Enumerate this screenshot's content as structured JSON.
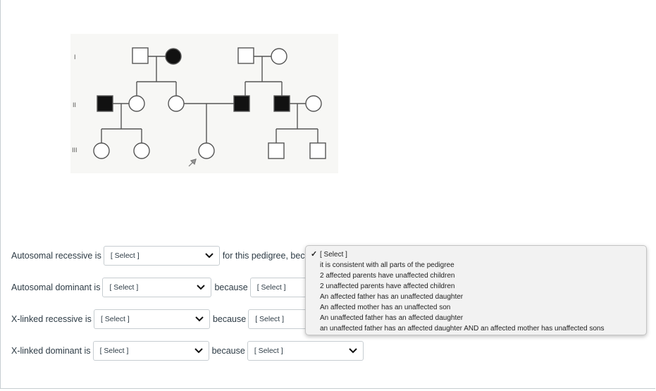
{
  "pedigree": {
    "generation_labels": [
      "I",
      "II",
      "III"
    ]
  },
  "questions": [
    {
      "label": "Autosomal recessive is",
      "select": "[ Select ]",
      "connector": "for this pedigree, becaus"
    },
    {
      "label": "Autosomal dominant is",
      "select": "[ Select ]",
      "connector": "because",
      "reason_select": "[ Select ]"
    },
    {
      "label": "X-linked recessive is",
      "select": "[ Select ]",
      "connector": "because",
      "reason_select": "[ Select ]"
    },
    {
      "label": "X-linked dominant is",
      "select": "[ Select ]",
      "connector": "because",
      "reason_select": "[ Select ]"
    }
  ],
  "dropdown": {
    "selected": "[ Select ]",
    "options": [
      "it is consistent with all parts of the pedigree",
      "2 affected parents have unaffected children",
      "2 unaffected parents have affected children",
      "An affected father has an unaffected daughter",
      "An affected mother has an unaffected son",
      "An unaffected father has an affected daughter",
      "an unaffected father has an affected daughter AND an affected mother has unaffected sons"
    ]
  }
}
